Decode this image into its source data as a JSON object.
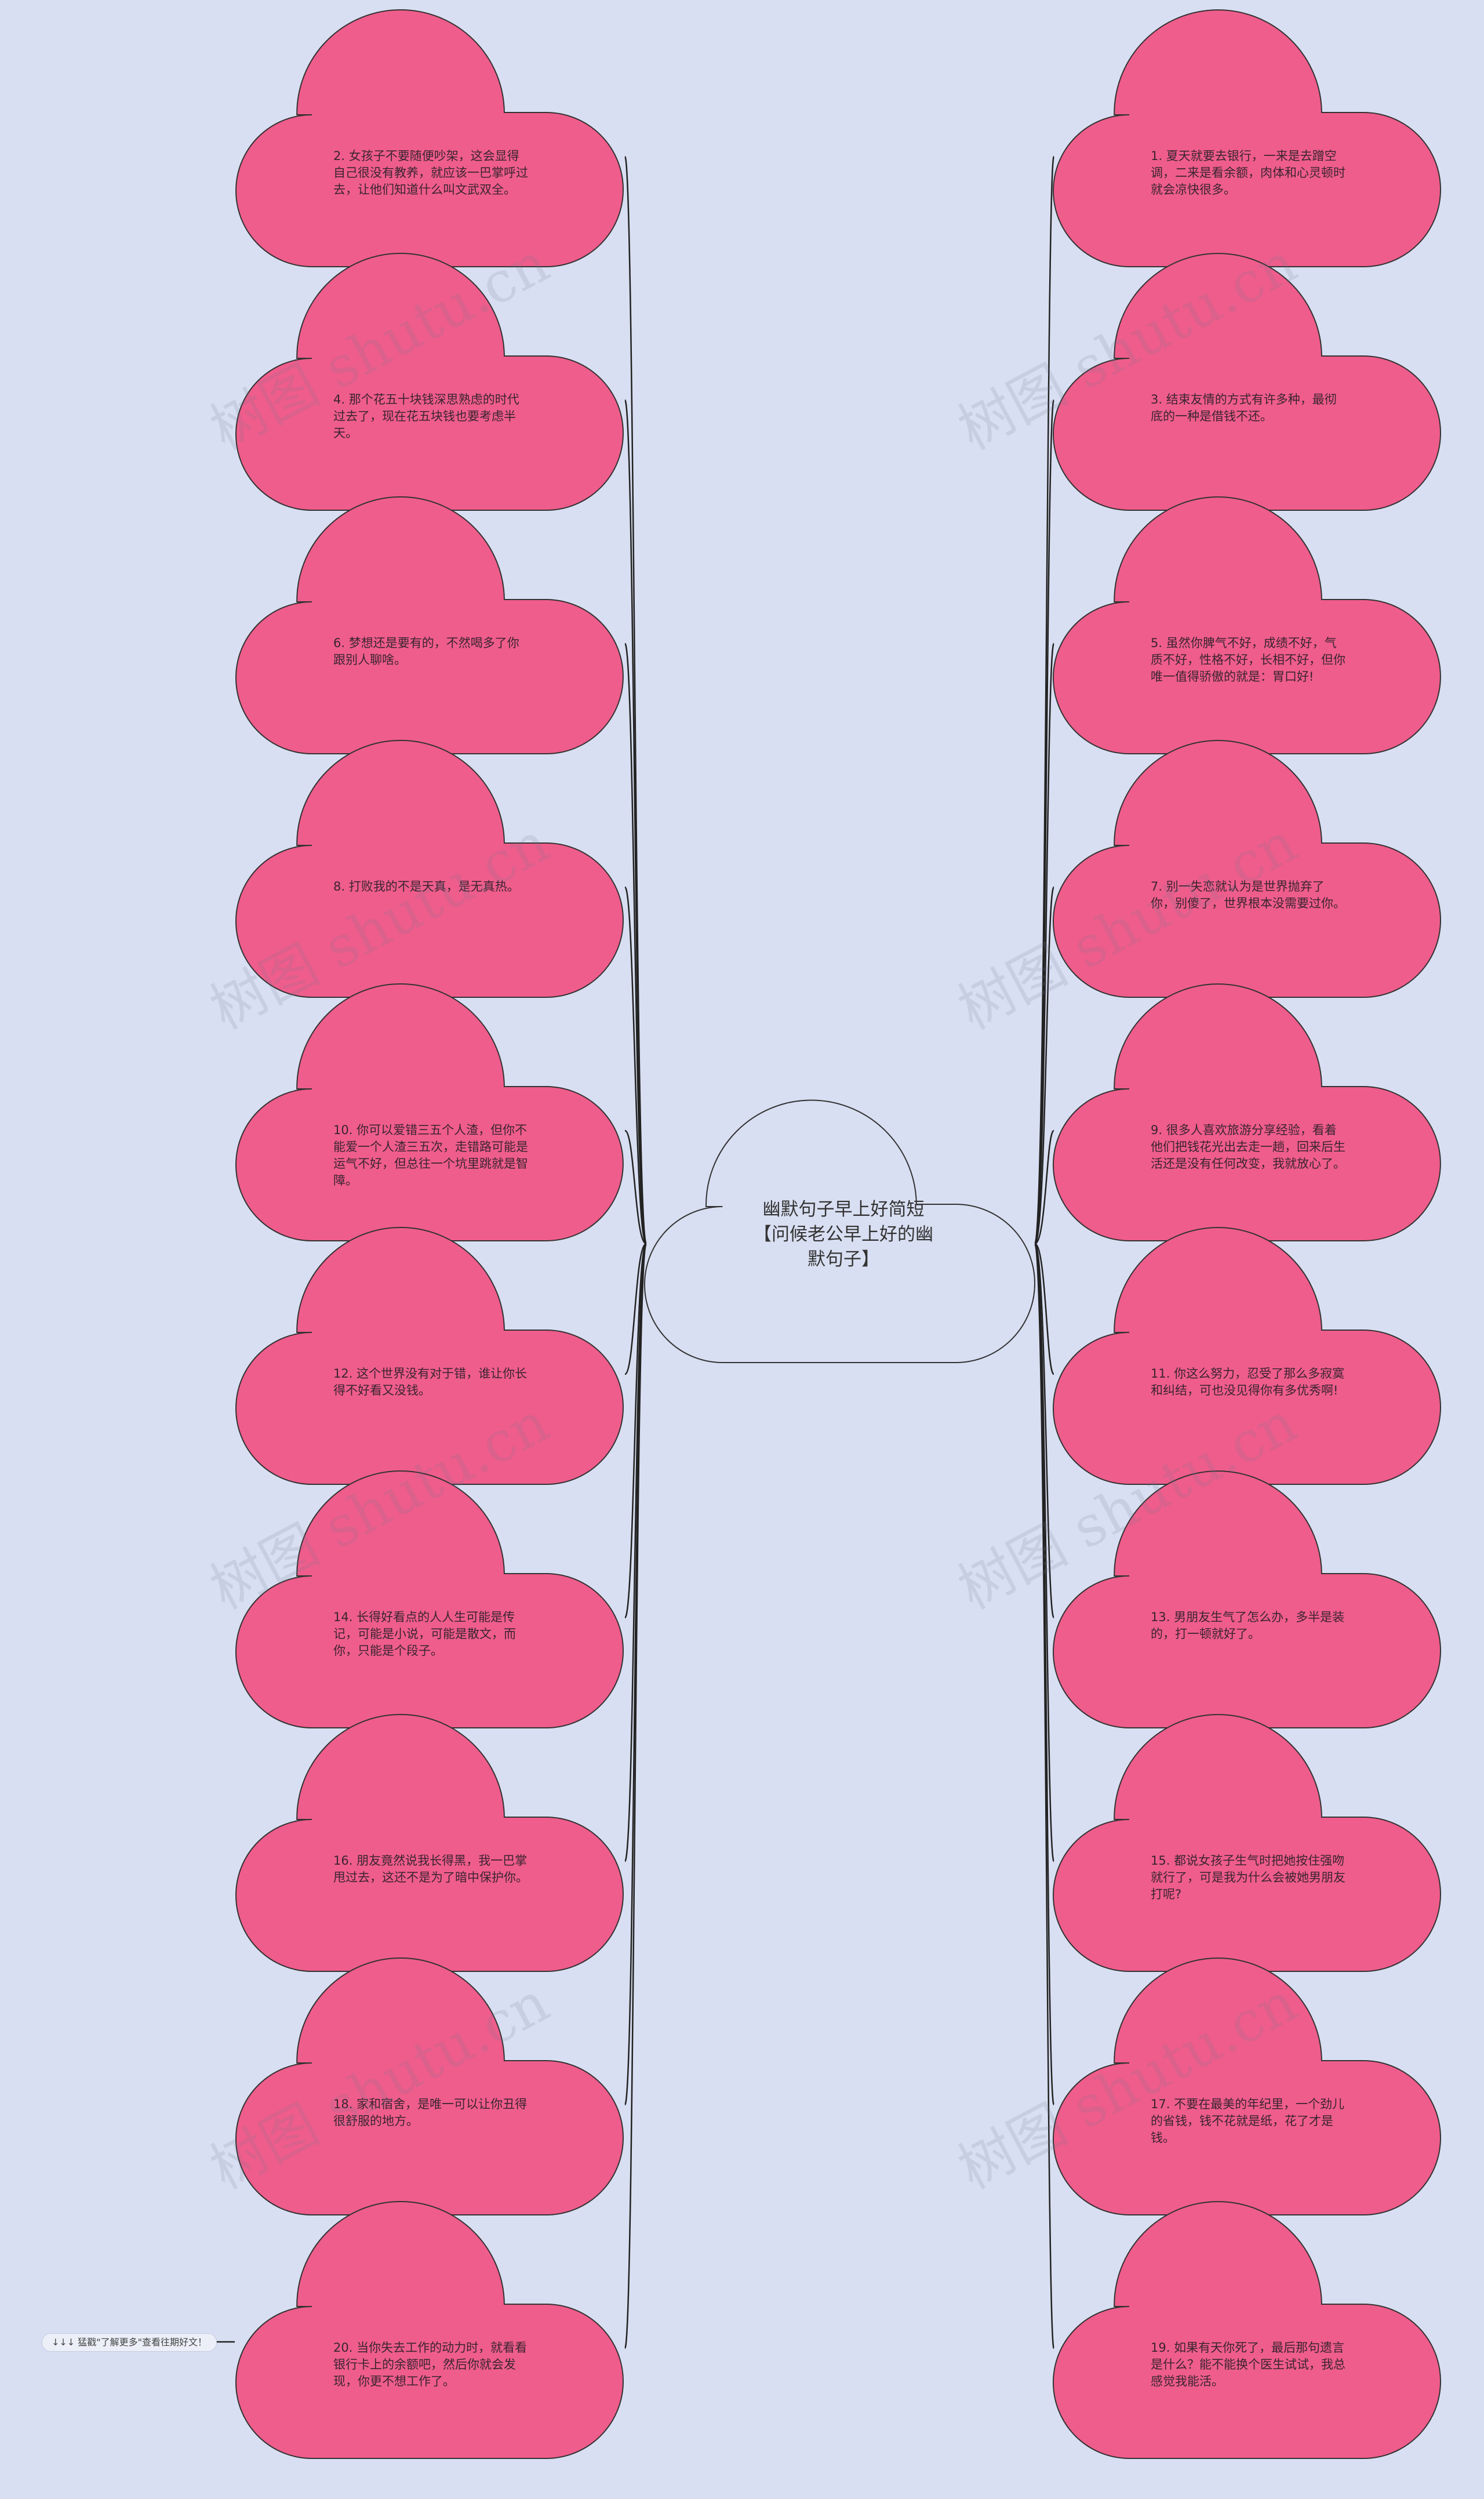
{
  "center": {
    "text": "幽默句子早上好简短【问候老公早上好的幽默句子】"
  },
  "hint": {
    "text": "↓↓↓ 猛戳\"了解更多\"查看往期好文！"
  },
  "watermark": "树图 shutu.cn",
  "colors": {
    "background": "#d9dff2",
    "cloud_fill": "#ef5d8c",
    "cloud_stroke": "#333333",
    "center_fill": "#d9dff2",
    "line": "#222222"
  },
  "left_nodes": [
    {
      "text": "2. 女孩子不要随便吵架，这会显得自己很没有教养，就应该一巴掌呼过去，让他们知道什么叫文武双全。"
    },
    {
      "text": "4. 那个花五十块钱深思熟虑的时代过去了，现在花五块钱也要考虑半天。"
    },
    {
      "text": "6. 梦想还是要有的，不然喝多了你跟别人聊啥。"
    },
    {
      "text": "8. 打败我的不是天真，是无真热。"
    },
    {
      "text": "10. 你可以爱错三五个人渣，但你不能爱一个人渣三五次，走错路可能是运气不好，但总往一个坑里跳就是智障。"
    },
    {
      "text": "12. 这个世界没有对于错，谁让你长得不好看又没钱。"
    },
    {
      "text": "14. 长得好看点的人人生可能是传记，可能是小说，可能是散文，而你，只能是个段子。"
    },
    {
      "text": "16. 朋友竟然说我长得黑，我一巴掌甩过去，这还不是为了暗中保护你。"
    },
    {
      "text": "18. 家和宿舍，是唯一可以让你丑得很舒服的地方。"
    },
    {
      "text": "20. 当你失去工作的动力时，就看看银行卡上的余额吧，然后你就会发现，你更不想工作了。"
    }
  ],
  "right_nodes": [
    {
      "text": "1. 夏天就要去银行，一来是去蹭空调，二来是看余额，肉体和心灵顿时就会凉快很多。"
    },
    {
      "text": "3. 结束友情的方式有许多种，最彻底的一种是借钱不还。"
    },
    {
      "text": "5. 虽然你脾气不好，成绩不好，气质不好，性格不好，长相不好，但你唯一值得骄傲的就是：胃口好!"
    },
    {
      "text": "7. 别一失恋就认为是世界抛弃了你，别傻了，世界根本没需要过你。"
    },
    {
      "text": "9. 很多人喜欢旅游分享经验，看着他们把钱花光出去走一趟，回来后生活还是没有任何改变，我就放心了。"
    },
    {
      "text": "11. 你这么努力，忍受了那么多寂寞和纠结，可也没见得你有多优秀啊!"
    },
    {
      "text": "13. 男朋友生气了怎么办，多半是装的，打一顿就好了。"
    },
    {
      "text": "15. 都说女孩子生气时把她按住强吻就行了，可是我为什么会被她男朋友打呢?"
    },
    {
      "text": "17. 不要在最美的年纪里，一个劲儿的省钱，钱不花就是纸，花了才是钱。"
    },
    {
      "text": "19. 如果有天你死了，最后那句遗言是什么？能不能换个医生试试，我总感觉我能活。"
    }
  ]
}
